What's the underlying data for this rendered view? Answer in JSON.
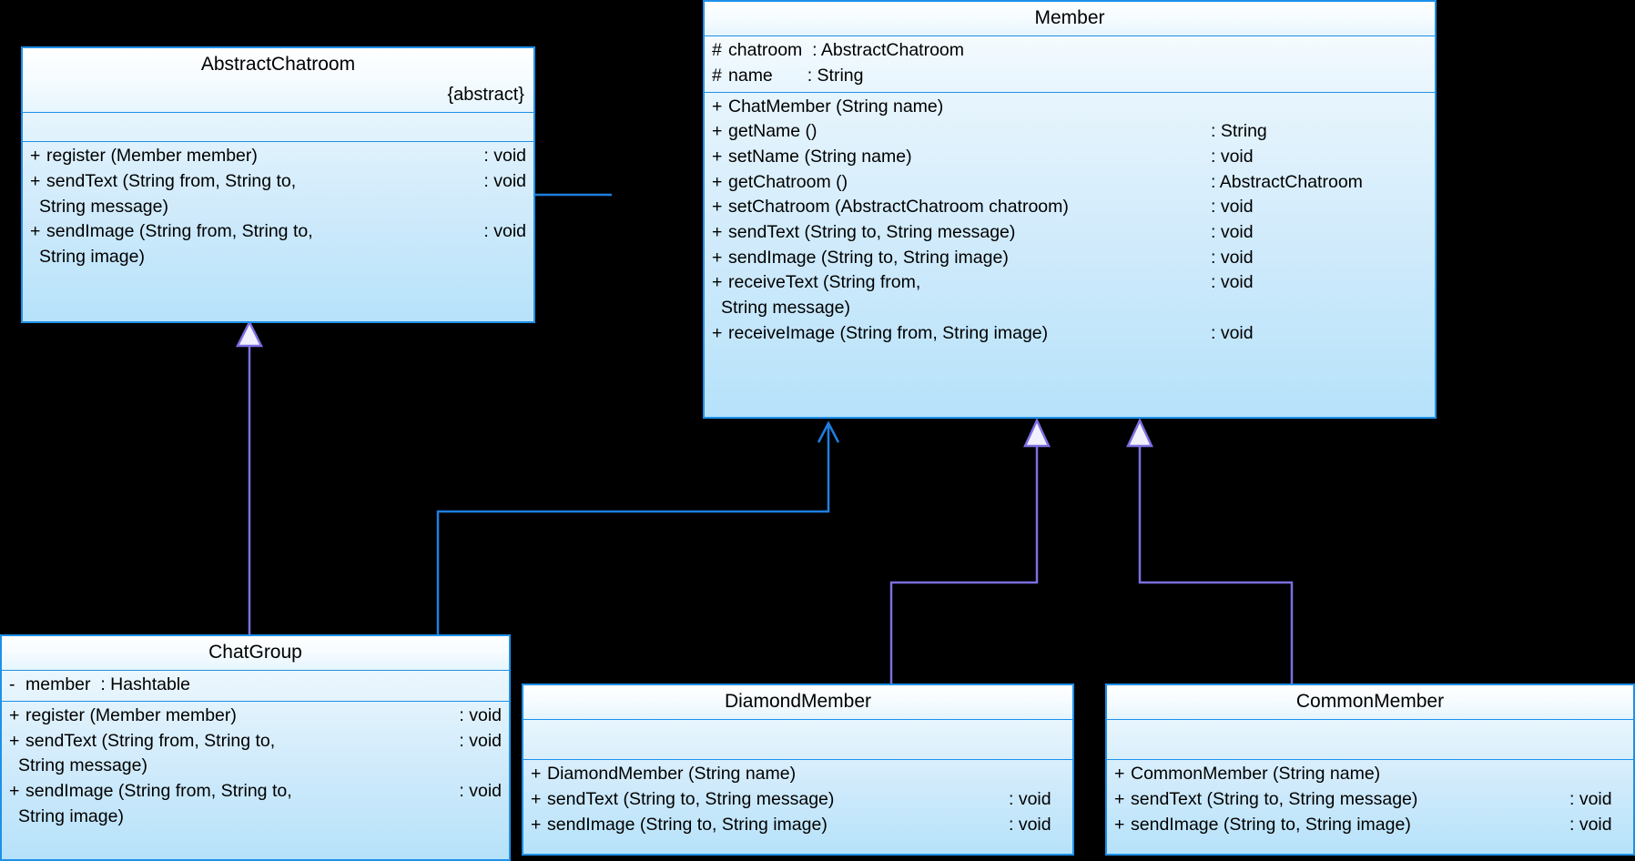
{
  "diagram": {
    "kind": "uml-class-diagram",
    "background": "#000000",
    "class_border_color": "#1e90e8",
    "class_fill_top": "#ffffff",
    "class_fill_bottom": "#b6e2fa",
    "inheritance_line_color": "#7b6fe0",
    "association_line_color": "#1e7fe0"
  },
  "classes": {
    "abstract_chatroom": {
      "name": "AbstractChatroom",
      "stereotype": "{abstract}",
      "attributes": [],
      "operations": [
        {
          "vis": "+",
          "sig": "register (Member member)",
          "ret": ": void"
        },
        {
          "vis": "+",
          "sig": "sendText (String from, String to,",
          "ret": ": void",
          "cont": "String message)"
        },
        {
          "vis": "+",
          "sig": "sendImage (String from, String to,",
          "ret": ": void",
          "cont": "String image)"
        }
      ]
    },
    "member": {
      "name": "Member",
      "stereotype": "",
      "attributes": [
        {
          "vis": "#",
          "sig": "chatroom  : AbstractChatroom",
          "ret": ""
        },
        {
          "vis": "#",
          "sig": "name       : String",
          "ret": ""
        }
      ],
      "operations": [
        {
          "vis": "+",
          "sig": "ChatMember (String name)",
          "ret": ""
        },
        {
          "vis": "+",
          "sig": "getName ()",
          "ret": ": String"
        },
        {
          "vis": "+",
          "sig": "setName (String name)",
          "ret": ": void"
        },
        {
          "vis": "+",
          "sig": "getChatroom ()",
          "ret": ": AbstractChatroom"
        },
        {
          "vis": "+",
          "sig": "setChatroom (AbstractChatroom chatroom)",
          "ret": ": void"
        },
        {
          "vis": "+",
          "sig": "sendText (String to, String message)",
          "ret": ": void"
        },
        {
          "vis": "+",
          "sig": "sendImage (String to, String image)",
          "ret": ": void"
        },
        {
          "vis": "+",
          "sig": "receiveText (String from,",
          "ret": ": void",
          "cont": "String message)"
        },
        {
          "vis": "+",
          "sig": "receiveImage (String from, String image)",
          "ret": ": void"
        }
      ]
    },
    "chat_group": {
      "name": "ChatGroup",
      "stereotype": "",
      "attributes": [
        {
          "vis": "-",
          "sig": "member  : Hashtable",
          "ret": ""
        }
      ],
      "operations": [
        {
          "vis": "+",
          "sig": "register (Member member)",
          "ret": ": void"
        },
        {
          "vis": "+",
          "sig": "sendText (String from, String to,",
          "ret": ": void",
          "cont": "String message)"
        },
        {
          "vis": "+",
          "sig": "sendImage (String from, String to,",
          "ret": ": void",
          "cont": "String image)"
        }
      ]
    },
    "diamond_member": {
      "name": "DiamondMember",
      "stereotype": "",
      "attributes": [],
      "operations": [
        {
          "vis": "+",
          "sig": "DiamondMember (String name)",
          "ret": ""
        },
        {
          "vis": "+",
          "sig": "sendText (String to, String message)",
          "ret": ": void"
        },
        {
          "vis": "+",
          "sig": "sendImage (String to, String image)",
          "ret": ": void"
        }
      ]
    },
    "common_member": {
      "name": "CommonMember",
      "stereotype": "",
      "attributes": [],
      "operations": [
        {
          "vis": "+",
          "sig": "CommonMember (String name)",
          "ret": ""
        },
        {
          "vis": "+",
          "sig": "sendText (String to, String message)",
          "ret": ": void"
        },
        {
          "vis": "+",
          "sig": "sendImage (String to, String image)",
          "ret": ": void"
        }
      ]
    }
  },
  "relations": [
    {
      "from": "ChatGroup",
      "to": "AbstractChatroom",
      "type": "generalization"
    },
    {
      "from": "DiamondMember",
      "to": "Member",
      "type": "generalization"
    },
    {
      "from": "CommonMember",
      "to": "Member",
      "type": "generalization"
    },
    {
      "from": "Member",
      "to": "AbstractChatroom",
      "type": "association"
    },
    {
      "from": "ChatGroup",
      "to": "Member",
      "type": "association"
    }
  ]
}
